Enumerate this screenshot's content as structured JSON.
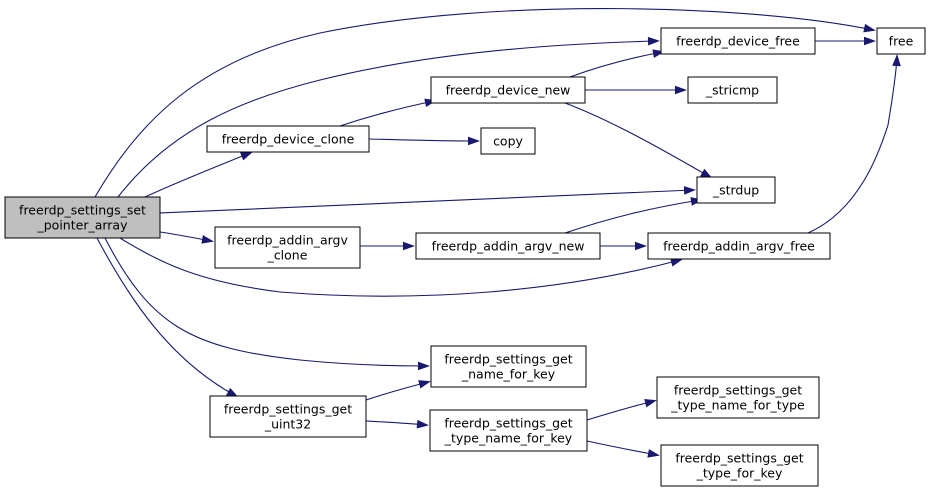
{
  "diagram": {
    "nodes": [
      {
        "id": "root",
        "lines": [
          "freerdp_settings_set",
          "_pointer_array"
        ]
      },
      {
        "id": "free",
        "lines": [
          "free"
        ]
      },
      {
        "id": "device_free",
        "lines": [
          "freerdp_device_free"
        ]
      },
      {
        "id": "device_new",
        "lines": [
          "freerdp_device_new"
        ]
      },
      {
        "id": "stricmp",
        "lines": [
          "_stricmp"
        ]
      },
      {
        "id": "device_clone",
        "lines": [
          "freerdp_device_clone"
        ]
      },
      {
        "id": "copy",
        "lines": [
          "copy"
        ]
      },
      {
        "id": "strdup",
        "lines": [
          "_strdup"
        ]
      },
      {
        "id": "addin_clone",
        "lines": [
          "freerdp_addin_argv",
          "_clone"
        ]
      },
      {
        "id": "addin_new",
        "lines": [
          "freerdp_addin_argv_new"
        ]
      },
      {
        "id": "addin_free",
        "lines": [
          "freerdp_addin_argv_free"
        ]
      },
      {
        "id": "name_for_key",
        "lines": [
          "freerdp_settings_get",
          "_name_for_key"
        ]
      },
      {
        "id": "get_uint32",
        "lines": [
          "freerdp_settings_get",
          "_uint32"
        ]
      },
      {
        "id": "type_name_for_key",
        "lines": [
          "freerdp_settings_get",
          "_type_name_for_key"
        ]
      },
      {
        "id": "type_name_for_type",
        "lines": [
          "freerdp_settings_get",
          "_type_name_for_type"
        ]
      },
      {
        "id": "type_for_key",
        "lines": [
          "freerdp_settings_get",
          "_type_for_key"
        ]
      }
    ],
    "edges": [
      {
        "from": "root",
        "to": "free"
      },
      {
        "from": "root",
        "to": "device_free"
      },
      {
        "from": "root",
        "to": "device_clone"
      },
      {
        "from": "root",
        "to": "strdup"
      },
      {
        "from": "root",
        "to": "addin_clone"
      },
      {
        "from": "root",
        "to": "addin_free"
      },
      {
        "from": "root",
        "to": "name_for_key"
      },
      {
        "from": "root",
        "to": "get_uint32"
      },
      {
        "from": "device_free",
        "to": "free"
      },
      {
        "from": "device_new",
        "to": "device_free"
      },
      {
        "from": "device_new",
        "to": "stricmp"
      },
      {
        "from": "device_new",
        "to": "strdup"
      },
      {
        "from": "device_clone",
        "to": "device_new"
      },
      {
        "from": "device_clone",
        "to": "copy"
      },
      {
        "from": "addin_clone",
        "to": "addin_new"
      },
      {
        "from": "addin_new",
        "to": "strdup"
      },
      {
        "from": "addin_new",
        "to": "addin_free"
      },
      {
        "from": "addin_free",
        "to": "free"
      },
      {
        "from": "get_uint32",
        "to": "name_for_key"
      },
      {
        "from": "get_uint32",
        "to": "type_name_for_key"
      },
      {
        "from": "type_name_for_key",
        "to": "type_name_for_type"
      },
      {
        "from": "type_name_for_key",
        "to": "type_for_key"
      }
    ],
    "colors": {
      "edge": "#191970",
      "root_fill": "#bfbfbf",
      "node_fill": "#ffffff",
      "border": "#000000"
    }
  }
}
